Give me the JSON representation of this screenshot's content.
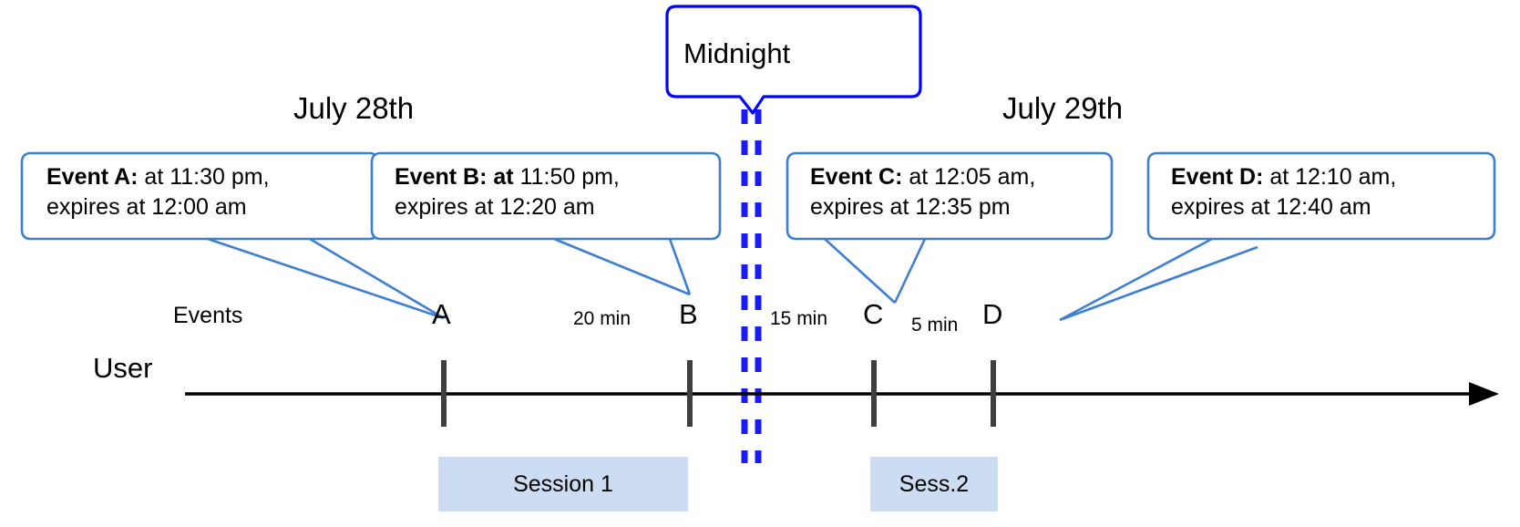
{
  "colors": {
    "callout_border": "#3f7fd0",
    "midnight_border": "#0000ff",
    "midnight_dash": "#1a1aff",
    "session_fill": "#ccdcf2",
    "axis": "#000000",
    "tick": "#3f3f3f",
    "text": "#000000"
  },
  "dates": {
    "left": "July 28th",
    "right": "July 29th"
  },
  "midnight": {
    "label": "Midnight"
  },
  "axis": {
    "row_label": "User",
    "events_label": "Events"
  },
  "events": [
    {
      "id": "A",
      "marker": "A",
      "title": "Event A:",
      "title_extra": "",
      "line1_rest": " at 11:30 pm,",
      "line2": "expires at 12:00 am"
    },
    {
      "id": "B",
      "marker": "B",
      "title": "Event B:",
      "title_extra": " at",
      "line1_rest": " 11:50 pm,",
      "line2": "expires at 12:20 am"
    },
    {
      "id": "C",
      "marker": "C",
      "title": "Event C:",
      "title_extra": "",
      "line1_rest": " at 12:05 am,",
      "line2": "expires at 12:35 pm"
    },
    {
      "id": "D",
      "marker": "D",
      "title": "Event D:",
      "title_extra": "",
      "line1_rest": "  at 12:10 am,",
      "line2": "expires at 12:40 am"
    }
  ],
  "intervals": [
    {
      "label": "20 min"
    },
    {
      "label": "15 min"
    },
    {
      "label": "5 min"
    }
  ],
  "sessions": [
    {
      "label": "Session 1"
    },
    {
      "label": "Sess.2"
    }
  ]
}
